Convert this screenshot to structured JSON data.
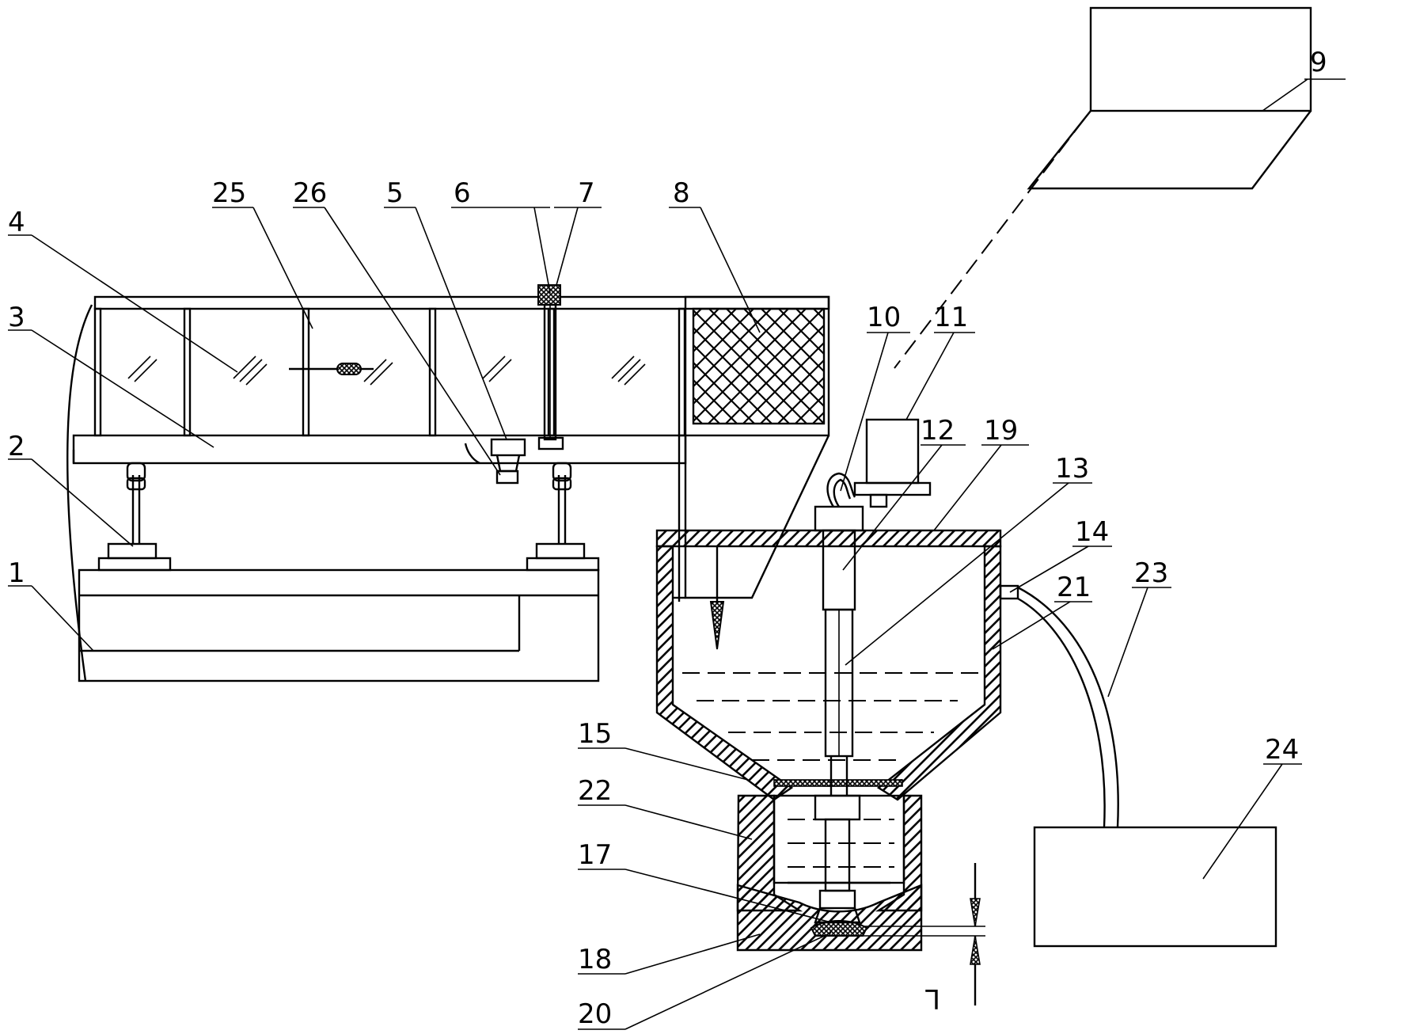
{
  "labels": {
    "n1": "1",
    "n2": "2",
    "n3": "3",
    "n4": "4",
    "n5": "5",
    "n6": "6",
    "n7": "7",
    "n8": "8",
    "n9": "9",
    "n10": "10",
    "n11": "11",
    "n12": "12",
    "n13": "13",
    "n14": "14",
    "n15": "15",
    "n17": "17",
    "n18": "18",
    "n19": "19",
    "n20": "20",
    "n21": "21",
    "n22": "22",
    "n23": "23",
    "n24": "24",
    "n25": "25",
    "n26": "26",
    "dim": "L"
  }
}
